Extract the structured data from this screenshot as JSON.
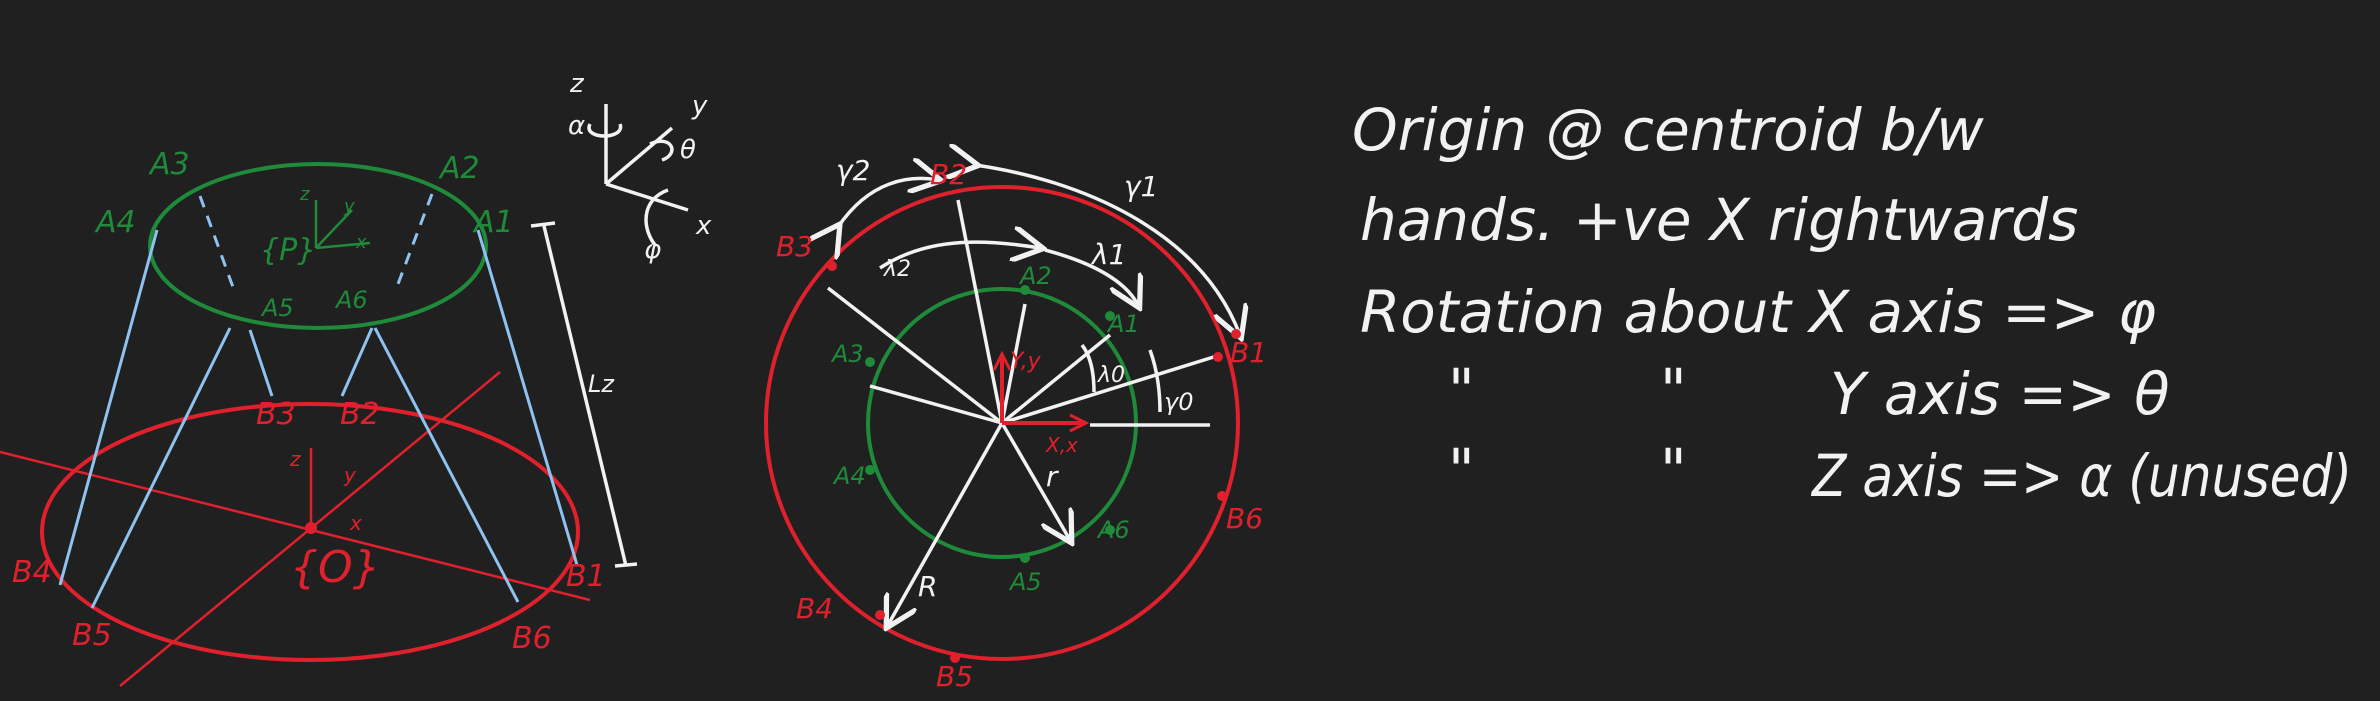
{
  "colors": {
    "background": "#202020",
    "white": "#f2f2f2",
    "green": "#1f8a3a",
    "red": "#e0202c",
    "blue": "#8ec2f0"
  },
  "platform_3d": {
    "top_frame_label": "{P}",
    "base_frame_label": "{O}",
    "length_label": "Lz",
    "axis_x": "x",
    "axis_y": "y",
    "axis_z": "z",
    "top_points": [
      "A1",
      "A2",
      "A3",
      "A4",
      "A5",
      "A6"
    ],
    "base_points": [
      "B1",
      "B2",
      "B3",
      "B4",
      "B5",
      "B6"
    ]
  },
  "rotation_axes": {
    "z": "z",
    "y": "y",
    "x": "x",
    "alpha": "α",
    "theta": "θ",
    "phi": "φ"
  },
  "top_view": {
    "gamma1": "γ1",
    "gamma2": "γ2",
    "gamma0": "γ0",
    "lambda1": "λ1",
    "lambda2": "λ2",
    "lambda0": "λ0",
    "radius_outer": "R",
    "radius_inner": "r",
    "y_axis_label": "Y,y",
    "x_axis_label": "X,x",
    "top_points": [
      "A1",
      "A2",
      "A3",
      "A4",
      "A5",
      "A6"
    ],
    "base_points": [
      "B1",
      "B2",
      "B3",
      "B4",
      "B5",
      "B6"
    ]
  },
  "notes": {
    "line1": "Origin @ centroid b/w",
    "line2": "hands. +ve X rightwards",
    "line3": "Rotation about X axis => φ",
    "line4_ditto1": "\"",
    "line4_ditto2": "\"",
    "line4_rest": "Y axis => θ",
    "line5_ditto1": "\"",
    "line5_ditto2": "\"",
    "line5_rest": "Z axis => α (unused)"
  }
}
